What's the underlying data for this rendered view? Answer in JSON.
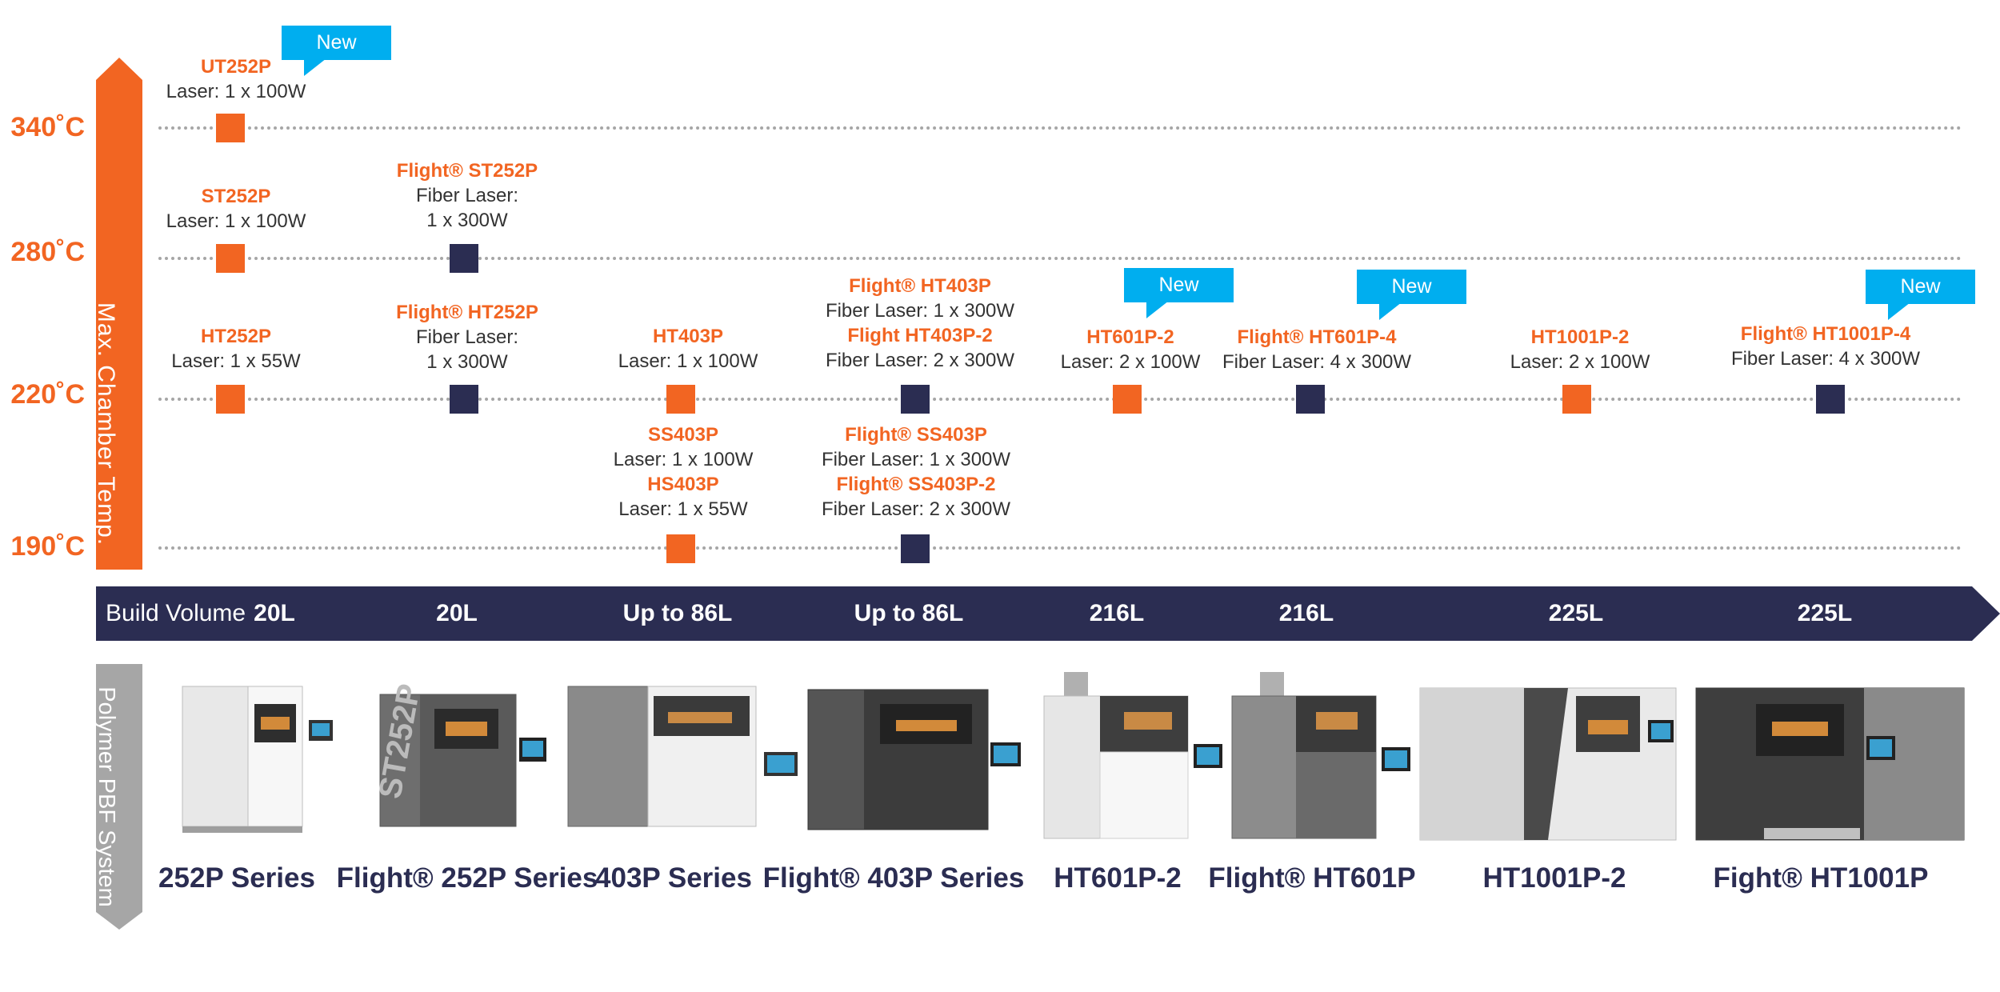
{
  "diagram": {
    "temperature_axis_label": "Max. Chamber Temp.",
    "temperature_levels": [
      "340˚C",
      "280˚C",
      "220˚C",
      "190˚C"
    ],
    "build_volume_label": "Build Volume",
    "system_axis_label": "Polymer PBF System",
    "new_badge_text": "New",
    "colors": {
      "accent_orange": "#f26522",
      "navy": "#2b2d52",
      "badge_blue": "#00aeef",
      "gray_arrow": "#a6a6a6"
    },
    "models": [
      {
        "name": "UT252P",
        "spec": "Laser: 1 x 100W",
        "temp": "340˚C",
        "marker": "orange",
        "new": true
      },
      {
        "name": "ST252P",
        "spec": "Laser: 1 x 100W",
        "temp": "280˚C",
        "marker": "orange",
        "new": false
      },
      {
        "name": "Flight® ST252P",
        "spec": "Fiber Laser:",
        "spec2": "1 x 300W",
        "temp": "280˚C",
        "marker": "navy",
        "new": false
      },
      {
        "name": "HT252P",
        "spec": "Laser: 1 x 55W",
        "temp": "220˚C",
        "marker": "orange",
        "new": false
      },
      {
        "name": "Flight® HT252P",
        "spec": "Fiber Laser:",
        "spec2": "1 x 300W",
        "temp": "220˚C",
        "marker": "navy",
        "new": false
      },
      {
        "name": "HT403P",
        "spec": "Laser: 1 x 100W",
        "temp": "220˚C",
        "marker": "orange",
        "new": false
      },
      {
        "name": "Flight® HT403P",
        "spec": "Fiber Laser: 1 x 300W",
        "name2": "Flight HT403P-2",
        "spec2": "Fiber Laser: 2 x 300W",
        "temp": "220˚C",
        "marker": "navy",
        "new": false
      },
      {
        "name": "HT601P-2",
        "spec": "Laser: 2 x 100W",
        "temp": "220˚C",
        "marker": "orange",
        "new": true
      },
      {
        "name": "Flight® HT601P-4",
        "spec": "Fiber Laser: 4 x 300W",
        "temp": "220˚C",
        "marker": "navy",
        "new": true
      },
      {
        "name": "HT1001P-2",
        "spec": "Laser: 2 x 100W",
        "temp": "220˚C",
        "marker": "orange",
        "new": false
      },
      {
        "name": "Flight® HT1001P-4",
        "spec": "Fiber Laser: 4 x 300W",
        "temp": "220˚C",
        "marker": "navy",
        "new": true
      },
      {
        "name": "SS403P",
        "spec": "Laser: 1 x 100W",
        "name2": "HS403P",
        "spec2": "Laser: 1 x 55W",
        "temp": "190˚C",
        "marker": "orange",
        "new": false
      },
      {
        "name": "Flight® SS403P",
        "spec": "Fiber Laser: 1 x 300W",
        "name2": "Flight® SS403P-2",
        "spec2": "Fiber Laser: 2 x 300W",
        "temp": "190˚C",
        "marker": "navy",
        "new": false
      }
    ],
    "build_volumes": [
      "20L",
      "20L",
      "Up to 86L",
      "Up to 86L",
      "216L",
      "216L",
      "225L",
      "225L"
    ],
    "series": [
      "252P Series",
      "Flight® 252P Series",
      "403P Series",
      "Flight® 403P Series",
      "HT601P-2",
      "Flight® HT601P",
      "HT1001P-2",
      "Fight® HT1001P"
    ],
    "machine_icons": [
      "printer-252p-icon",
      "printer-flight-252p-icon",
      "printer-403p-icon",
      "printer-flight-403p-icon",
      "printer-ht601p-icon",
      "printer-flight-ht601p-icon",
      "printer-ht1001p-icon",
      "printer-flight-ht1001p-icon"
    ]
  }
}
